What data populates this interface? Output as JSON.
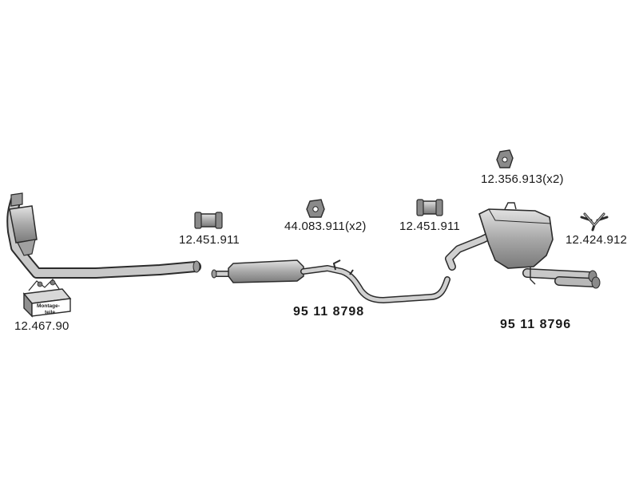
{
  "parts": {
    "mounting_kit": {
      "part_no": "12.467.90",
      "box_text_line1": "Montage-",
      "box_text_line2": "teile"
    },
    "clamp_front": {
      "part_no": "12.451.911"
    },
    "rubber_mount_mid": {
      "part_no": "44.083.911(x2)"
    },
    "clamp_rear": {
      "part_no": "12.451.911"
    },
    "rubber_mount_rear": {
      "part_no": "12.356.913(x2)"
    },
    "hanger": {
      "part_no": "12.424.912"
    },
    "middle_silencer": {
      "part_no": "95 11 8798"
    },
    "rear_silencer": {
      "part_no": "95 11 8796"
    }
  },
  "colors": {
    "part_fill": "#bdbdbd",
    "part_stroke": "#2b2b2b",
    "label_text": "#1a1a1a"
  }
}
